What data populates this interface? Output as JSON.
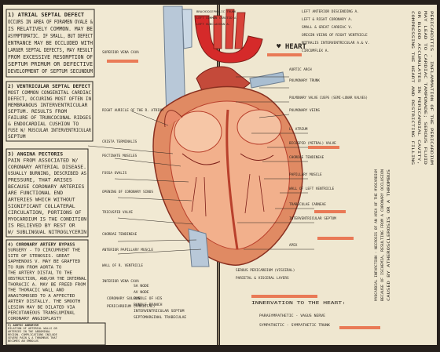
{
  "notebook": {
    "page_color": "#f1e9d3",
    "ink_color": "#2b2620",
    "heart_colors": {
      "muscle": "#e08a63",
      "muscle_dark": "#b9402c",
      "aorta": "#d52a2a",
      "vessel_blue": "#b8c8d8",
      "highlight": "#e7552e"
    }
  },
  "left_notes": [
    {
      "title": "1) ATRIAL SEPTAL DEFECT",
      "lines": [
        "OCCURS IN AREA OF FORAMEN OVALE &",
        "IS RELATIVELY COMMON. MAY BE",
        "ASYMPTOMATIC. IF SMALL, BUT DEFECT",
        "ENTRANCE MAY BE OCCLUDED WITH",
        "LARGER SEPTAL DEFECTS, MAY RESULT",
        "FROM EXCESSIVE RESORPTION OF",
        "SEPTUM PRIMUM OR DEFECTIVE",
        "DEVELOPMENT OF SEPTUM SECUNDUM"
      ]
    },
    {
      "title": "2) VENTRICULAR SEPTAL DEFECT",
      "lines": [
        "MOST COMMON CONGENITAL CARDIAC",
        "DEFECT, OCCURING MOST OFTEN IN",
        "MEMBRANOUS INTERVENTRICULAR",
        "SEPTUM. RESULTS FROM",
        "FAILURE OF TRUNCOCONAL RIDGES",
        "& ENDOCARDIAL CUSHION TO",
        "FUSE W/ MUSCULAR INTERVENTRICULAR",
        "SEPTUM"
      ]
    },
    {
      "title": "3) ANGINA PECTORIS",
      "lines": [
        "PAIN FROM ASSOCIATED W/",
        "CORONARY ARTERIAL DISEASE.",
        "USUALLY BURNING, DESCRIBED AS",
        "PRESSURE, THAT ARISES",
        "BECAUSE CORONARY ARTERIES",
        "ARE FUNCTIONAL END",
        "ARTERIES WHICH WITHOUT",
        "SIGNIFICANT COLLATERAL",
        "CIRCULATION, PORTIONS OF",
        "MYOCARDIUM IS THE CONDITION",
        "IS RELIEVED BY REST OR",
        "W/ SUBLINGUAL NITROGLYCERIN"
      ]
    },
    {
      "title": "4) CORONARY ARTERY BYPASS",
      "lines": [
        "SURGERY - TO CIRCUMVENT THE",
        "SITE OF STENOSIS. GREAT",
        "SAPHENOUS V. MAY BE GRAFTED",
        "TO RUN FROM AORTA TO",
        "THE ARTERY DISTAL TO THE",
        "OBSTRUCTION, AND/OR THE INTERNAL",
        "THORACIC A. MAY BE FREED FROM",
        "THE THORACIC WALL AND",
        "ANASTOMOSED TO A AFFECTED",
        "ARTERY DISTALLY. THE SMOOTH",
        "LESION MAY BE DILATED VIA",
        "PERCUTANEOUS TRANSLUMINAL",
        "CORONARY ANGIOPLASTY"
      ]
    },
    {
      "title": "5) AORTIC ANEURYSM",
      "lines": [
        "DILATION OF ARTERIAL WALLS OR",
        "ARTERIES IN THE ABDOMINAL",
        "REGION. COMPLICATIONS INCLUDE",
        "SEVERE PAIN & A THROMBUS THAT",
        "BECOMES AN EMBOLUS"
      ]
    }
  ],
  "right_notes": {
    "right_vertical": [
      "PERICARDITIS - INFLAMMATION OF THE PERICARDIUM",
      "MAY LEAD TO CARDIAC TAMPONADE; SEROUS FLUID",
      "OR BLOOD ACCUMULATES IN PERICARDIAL CAVITY,",
      "COMPRESSING THE HEART AND RESTRICTING FILLING"
    ],
    "infarction_vertical": [
      "MYOCARDIAL INFARCTION - NECROSIS OF AN AREA OF THE MYOCARDIUM",
      "BECAUSE OF ISCHEMIA, RESULTING FROM A CORONARY OCCLUSION",
      "CAUSED BY ATHEROSCLEROSIS OR A THROMBUS"
    ]
  },
  "top_right_block": {
    "lines": [
      "LEFT ANTERIOR DESCENDING A.",
      "LEFT & RIGHT CORONARY A.",
      "SMALL & GREAT CARDIAC V.",
      "ORIGIN VEINS OF RIGHT VENTRICLE",
      "MITRALIS INTERVENTRICULAR A.& V.",
      "CIRCUMFLEX A."
    ]
  },
  "heart_labels": {
    "heart_title": "HEART",
    "left": [
      "SUPERIOR VENA CAVA",
      "RIGHT AURICLE OF THE R. ATRIUM",
      "CRISTA TERMINALIS",
      "PECTINATE MUSCLES",
      "FOSSA OVALIS",
      "OPENING OF CORONARY SINUS",
      "TRICUSPID VALVE",
      "CHORDAE TENDINEAE",
      "ANTERIOR PAPILLARY MUSCLE",
      "WALL OF R. VENTRICLE",
      "INFERIOR VENA CAVA"
    ],
    "right": [
      "AORTIC ARCH",
      "PULMONARY TRUNK",
      "PULMONARY VALVE CUSPS (SEMI-LUNAR VALVES)",
      "PULMONARY VEINS",
      "L. ATRIUM",
      "BICUSPID (MITRAL) VALVE",
      "CHORDAE TENDINEAE",
      "PAPILLARY MUSCLE",
      "WALL OF LEFT VENTRICLE",
      "TRABECULAE CARNEAE",
      "INTERVENTRICULAR SEPTUM",
      "APEX"
    ],
    "top": [
      "BRACHIOCEPHALIC TRUNK",
      "LEFT COMMON CAROTID A.",
      "LEFT SUBCLAVIAN A."
    ],
    "bottom_left": [
      "CORONARY SULCUS",
      "PERICARDIUM (PARIETAL)"
    ],
    "bottom_center": [
      "SA NODE",
      "AV NODE",
      "BUNDLE OF HIS",
      "BUNDLE BRANCH",
      "INTERVENTRICULAR SEPTUM",
      "SEPTOMARGINAL TRABECULAE"
    ],
    "bottom_right": [
      "SEROUS PERICARDIUM (VISCERAL)",
      "PARIETAL & VISCERAL LAYERS"
    ],
    "innervation_title": "INNERVATION TO THE HEART:",
    "innervation": [
      "PARASYMPATHETIC - VAGUS NERVE",
      "SYMPATHETIC - SYMPATHETIC TRUNK"
    ]
  }
}
